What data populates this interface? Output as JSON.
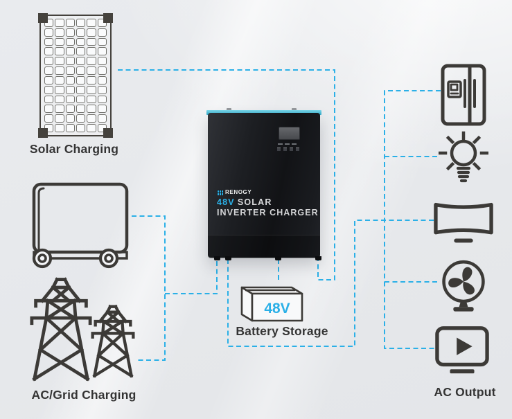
{
  "theme": {
    "background": "#e9ebee",
    "accent_cyan": "#2bb0e7",
    "icon_stroke": "#3c3a37",
    "label_color": "#343434",
    "inverter_body": "#121316",
    "inverter_top_bar": "#2fa9c9",
    "inverter_top_bar_hi": "#7cd8ea",
    "battery_face": "#f8f9fa"
  },
  "labels": {
    "solar_charging": "Solar Charging",
    "ac_grid_charging": "AC/Grid Charging",
    "battery_storage": "Battery Storage",
    "ac_output": "AC Output"
  },
  "inverter": {
    "brand": "RENOGY",
    "model_voltage": "48V",
    "model_line1_rest": "SOLAR",
    "model_line2": "INVERTER CHARGER"
  },
  "battery": {
    "voltage_label": "48V"
  },
  "icons": {
    "left_sources": [
      "solar-panel-icon",
      "rv-trailer-icon",
      "transmission-tower-icon"
    ],
    "center": [
      "inverter-unit",
      "battery-icon"
    ],
    "right_loads": [
      "refrigerator-icon",
      "light-bulb-icon",
      "tv-icon",
      "fan-icon",
      "media-player-icon"
    ]
  }
}
